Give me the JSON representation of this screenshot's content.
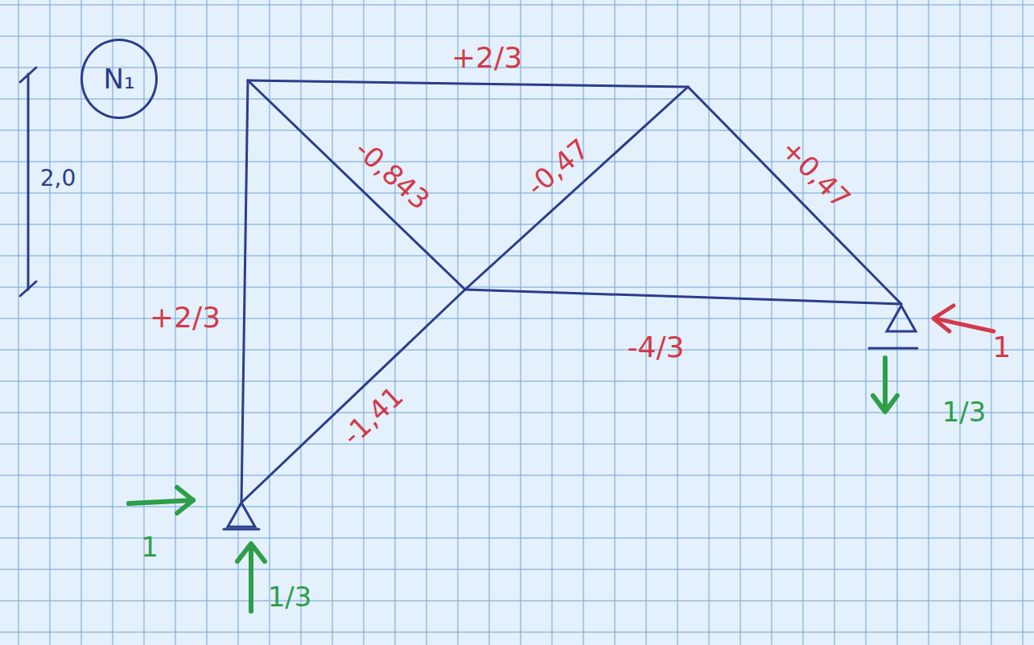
{
  "diagram": {
    "nodes": [
      {
        "text": [
          "N₁"
        ]
      }
    ],
    "labels": [
      "2,0",
      "+2/3",
      "-0,843",
      "-0,47",
      "+0,47",
      "+2/3",
      "-4/3",
      "-1,41",
      "1",
      "1/3",
      "1",
      "1/3"
    ]
  }
}
